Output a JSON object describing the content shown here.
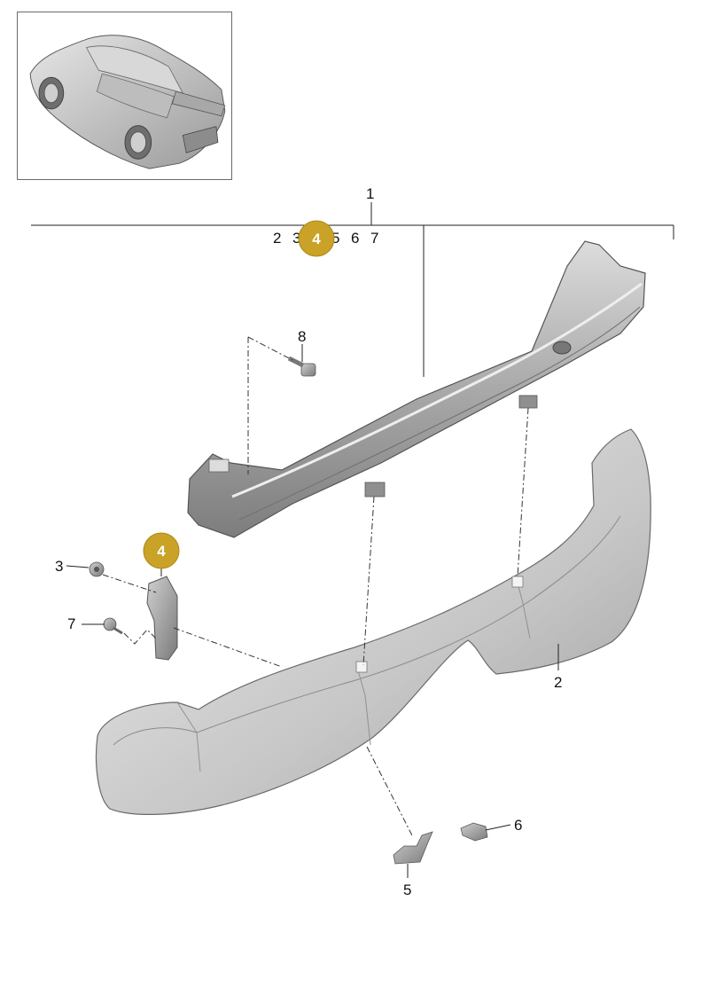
{
  "callouts": {
    "group_number": "1",
    "group_items": [
      "2",
      "3",
      "5",
      "6",
      "7"
    ],
    "part_labels": {
      "bolt": "8",
      "nut": "3",
      "screw": "7",
      "absorber": "2",
      "bracket": "5",
      "clip": "6"
    },
    "badges": {
      "header_badge": "4",
      "side_badge": "4"
    }
  },
  "colors": {
    "badge_fill": "#c9a227",
    "line": "#222222",
    "part_fill": "#c8c8c8"
  }
}
